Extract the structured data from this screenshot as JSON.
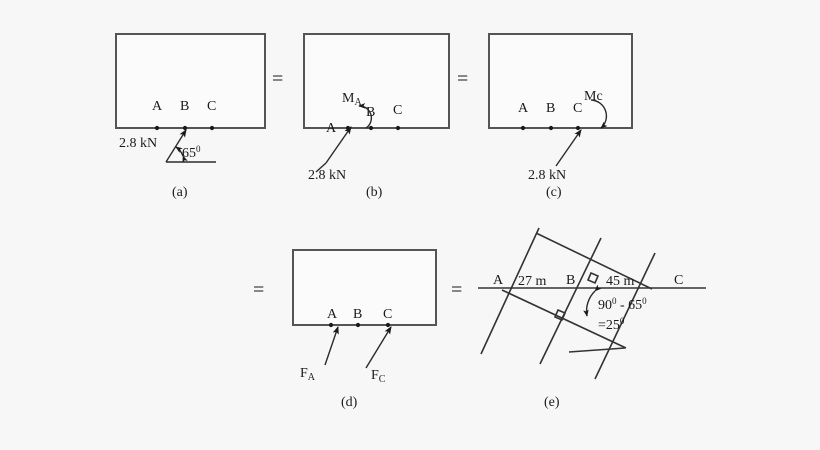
{
  "figure": {
    "caption_font_note": "",
    "panels": [
      {
        "id": "a",
        "label": "(a)",
        "points": [
          "A",
          "B",
          "C"
        ],
        "force_label": "2.8 kN",
        "angle_value": "65",
        "angle_unit": "0",
        "description": "rigid body with 2.8 kN force applied at B at 65 degrees"
      },
      {
        "id": "b",
        "label": "(b)",
        "points": [
          "A",
          "B",
          "C"
        ],
        "force_label": "2.8 kN",
        "moment_label": "M",
        "moment_subscript": "A",
        "description": "force moved to A with moment M-A"
      },
      {
        "id": "c",
        "label": "(c)",
        "points": [
          "A",
          "B",
          "C"
        ],
        "force_label": "2.8 kN",
        "moment_label": "Mc",
        "description": "force moved to C with moment Mc"
      },
      {
        "id": "d",
        "label": "(d)",
        "points": [
          "A",
          "B",
          "C"
        ],
        "force_a_label": "F",
        "force_a_subscript": "A",
        "force_c_label": "F",
        "force_c_subscript": "C",
        "description": "equivalent force pair F-A and F-C"
      },
      {
        "id": "e",
        "label": "(e)",
        "points": [
          "A",
          "B",
          "C"
        ],
        "dim_ab": "27 m",
        "dim_bc": "45 m",
        "angle_line1_a": "90",
        "angle_line1_sup_a": "0",
        "angle_line1_mid": " - ",
        "angle_line1_b": "65",
        "angle_line1_sup_b": "0",
        "angle_line2_prefix": "=",
        "angle_line2_value": "25",
        "angle_line2_sup": "0",
        "description": "geometry with perpendicular distances and 25 degree angle"
      }
    ],
    "equals_signs": [
      {
        "id": "eq1",
        "text": "="
      },
      {
        "id": "eq2",
        "text": "="
      },
      {
        "id": "eq3",
        "text": "="
      },
      {
        "id": "eq4",
        "text": "="
      }
    ],
    "colors": {
      "background": "#f7f7f7",
      "outline": "#555555",
      "ink": "#1a1a1a",
      "construction": "#333333"
    }
  }
}
